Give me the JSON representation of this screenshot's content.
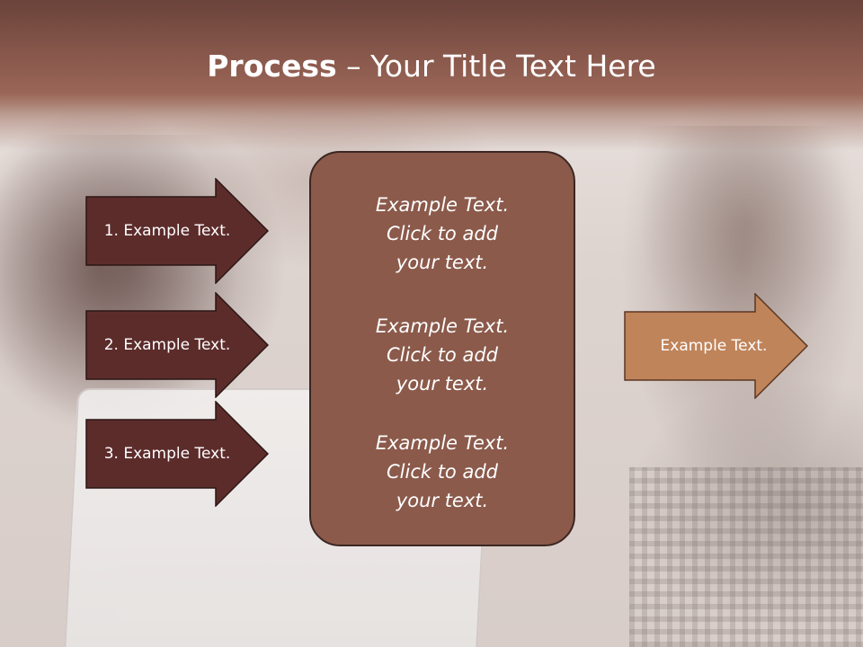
{
  "title": {
    "bold": "Process",
    "separator": " – ",
    "rest": "Your Title Text Here"
  },
  "left_steps": [
    {
      "label": "1. Example Text."
    },
    {
      "label": "2. Example Text."
    },
    {
      "label": "3. Example Text."
    }
  ],
  "center_items": [
    {
      "text": "Example Text.\nClick  to add\nyour text."
    },
    {
      "text": "Example Text.\nClick  to add\nyour text."
    },
    {
      "text": "Example Text.\nClick  to add\nyour text."
    }
  ],
  "right_arrow": {
    "label": "Example Text."
  },
  "colors": {
    "title_band": "#87574b",
    "left_arrow_fill": "#5c2c2b",
    "center_box_fill": "#8b5a4b",
    "right_arrow_fill": "#c0845a",
    "outline": "#3c2622"
  }
}
